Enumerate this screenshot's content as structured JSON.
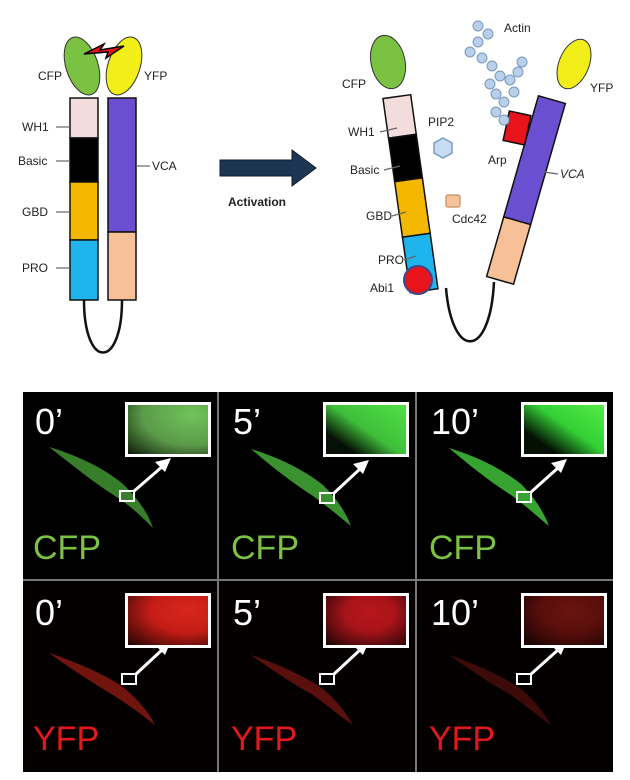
{
  "diagram": {
    "inactive": {
      "fluor_left": "CFP",
      "fluor_right": "YFP",
      "domains": [
        "WH1",
        "Basic",
        "GBD",
        "PRO"
      ],
      "right_domain": "VCA"
    },
    "arrow_label": "Activation",
    "active": {
      "fluor_left": "CFP",
      "fluor_right": "YFP",
      "domains": [
        "WH1",
        "Basic",
        "GBD",
        "PRO"
      ],
      "right_domain": "VCA",
      "ligands": {
        "pip2": "PIP2",
        "cdc42": "Cdc42",
        "abi1": "Abi1",
        "arp": "Arp",
        "actin": "Actin"
      }
    },
    "colors": {
      "cfp": "#7cc242",
      "yfp": "#f2ee1a",
      "wh1": "#f2dcdc",
      "basic": "#000000",
      "gbd": "#f5b800",
      "pro": "#1fb5ec",
      "vca": "#6a4fd0",
      "linker_peach": "#f7c096",
      "pip2": "#c6dcf0",
      "cdc42": "#f5c49e",
      "abi1": "#e8131b",
      "arp": "#e8131b",
      "actin": "#b8d0ea",
      "arrow": "#1b3553"
    }
  },
  "microscopy": {
    "rows": [
      {
        "channel": "CFP",
        "label_color": "#7cc242",
        "cell_color": "#4aa83a",
        "panels": [
          {
            "time": "0’",
            "inset_color": "#5a9a48"
          },
          {
            "time": "5’",
            "inset_color": "#3fbf3a"
          },
          {
            "time": "10’",
            "inset_color": "#33d035"
          }
        ]
      },
      {
        "channel": "YFP",
        "label_color": "#e3171c",
        "cell_color": "#8a1a12",
        "panels": [
          {
            "time": "0’",
            "inset_color": "#c41d16"
          },
          {
            "time": "5’",
            "inset_color": "#a8141a"
          },
          {
            "time": "10’",
            "inset_color": "#5a0f0c"
          }
        ]
      }
    ]
  }
}
